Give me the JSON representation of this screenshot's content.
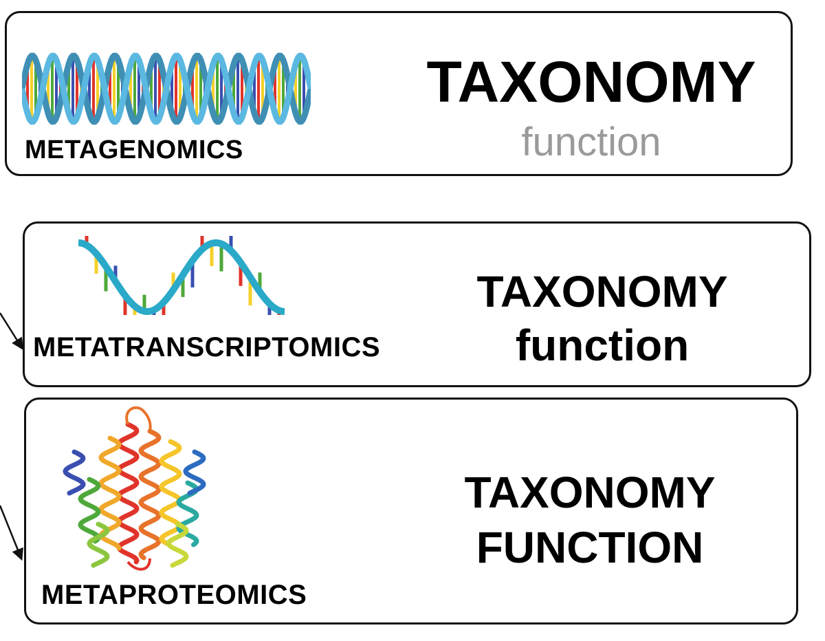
{
  "panels": [
    {
      "method": "METAGENOMICS",
      "primary": "TAXONOMY",
      "secondary": "function",
      "secondary_color": "#9a9a9a",
      "illustration": "dna-double-helix"
    },
    {
      "method": "METATRANSCRIPTOMICS",
      "primary": "TAXONOMY",
      "secondary": "function",
      "secondary_color": "#000000",
      "illustration": "rna-single-strand"
    },
    {
      "method": "METAPROTEOMICS",
      "primary": "TAXONOMY",
      "secondary": "FUNCTION",
      "secondary_color": "#000000",
      "illustration": "protein-ribbon-structure"
    }
  ],
  "colors": {
    "backbone": "#5bb8e0",
    "base_red": "#e0342b",
    "base_yellow": "#f5d02a",
    "base_green": "#4ea83a",
    "base_blue": "#3a4fb0",
    "border": "#111111"
  }
}
